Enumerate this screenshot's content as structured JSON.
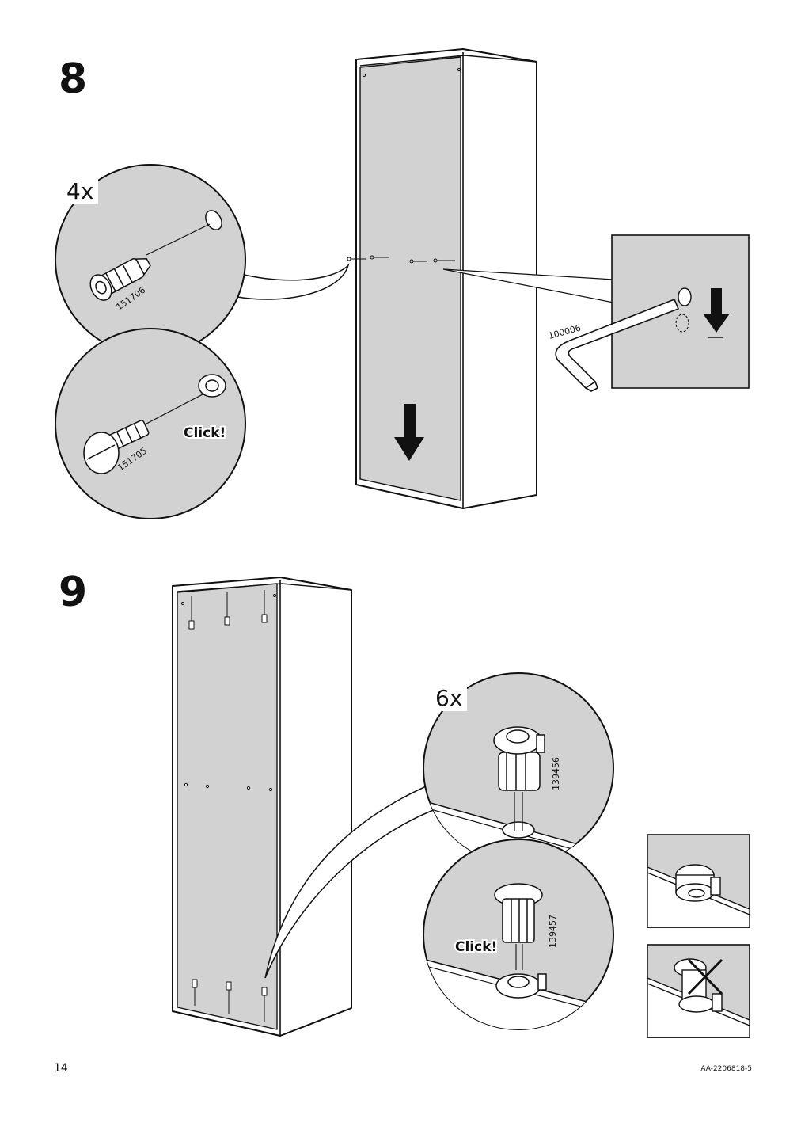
{
  "colors": {
    "panel_gray": "#d2d2d2",
    "line": "#111111",
    "background": "#ffffff"
  },
  "step8": {
    "number": "8",
    "quantity": "4x",
    "part_top": "151706",
    "part_bottom": "151705",
    "click_label": "Click!",
    "tool_code": "100006"
  },
  "step9": {
    "number": "9",
    "quantity": "6x",
    "part_top": "139456",
    "part_bottom": "139457",
    "click_label": "Click!"
  },
  "footer": {
    "page_number": "14",
    "document_code": "AA-2206818-5"
  }
}
